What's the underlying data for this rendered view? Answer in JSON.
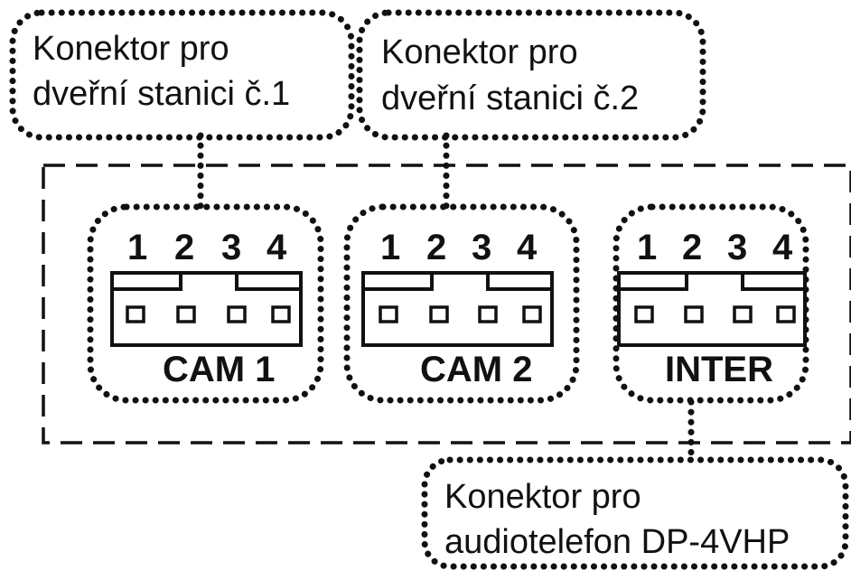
{
  "callouts": {
    "door_station_1": {
      "line1": "Konektor pro",
      "line2": "dveřní stanici č.1"
    },
    "door_station_2": {
      "line1": "Konektor pro",
      "line2": "dveřní stanici č.2"
    },
    "audiophone": {
      "line1": "Konektor pro",
      "line2": "audiotelefon DP-4VHP"
    }
  },
  "connectors": [
    {
      "label": "CAM 1",
      "pins": [
        "1",
        "2",
        "3",
        "4"
      ]
    },
    {
      "label": "CAM 2",
      "pins": [
        "1",
        "2",
        "3",
        "4"
      ]
    },
    {
      "label": "INTER",
      "pins": [
        "1",
        "2",
        "3",
        "4"
      ]
    }
  ]
}
